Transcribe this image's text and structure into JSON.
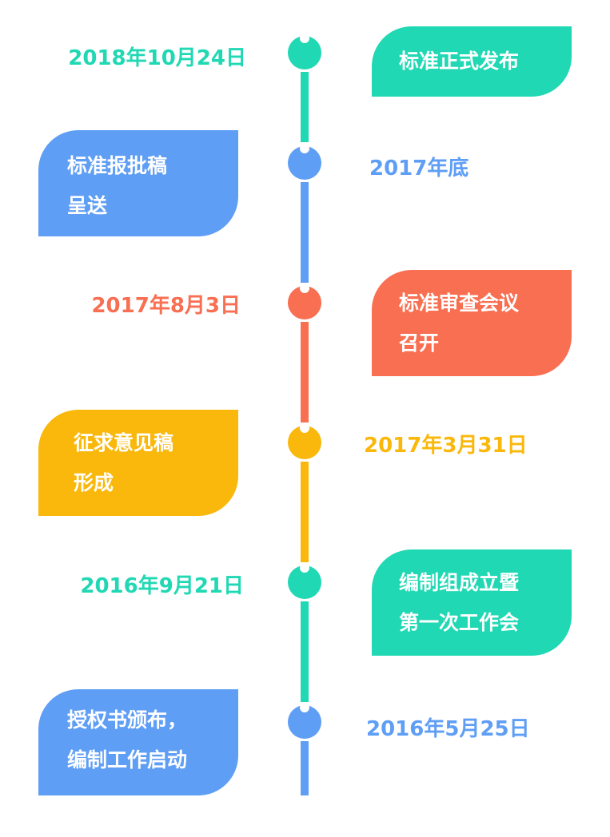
{
  "colors": {
    "teal": "#20D8B4",
    "blue": "#5F9EF5",
    "red": "#F86F52",
    "yellow": "#F9B80B"
  },
  "events": [
    {
      "date": "2018年10月24日",
      "title_lines": [
        "标准正式发布"
      ]
    },
    {
      "date": "2017年底",
      "title_lines": [
        "标准报批稿",
        "呈送"
      ]
    },
    {
      "date": "2017年8月3日",
      "title_lines": [
        "标准审查会议",
        "召开"
      ]
    },
    {
      "date": "2017年3月31日",
      "title_lines": [
        "征求意见稿",
        "形成"
      ]
    },
    {
      "date": "2016年9月21日",
      "title_lines": [
        "编制组成立暨",
        "第一次工作会"
      ]
    },
    {
      "date": "2016年5月25日",
      "title_lines": [
        "授权书颁布，",
        "编制工作启动"
      ]
    }
  ]
}
